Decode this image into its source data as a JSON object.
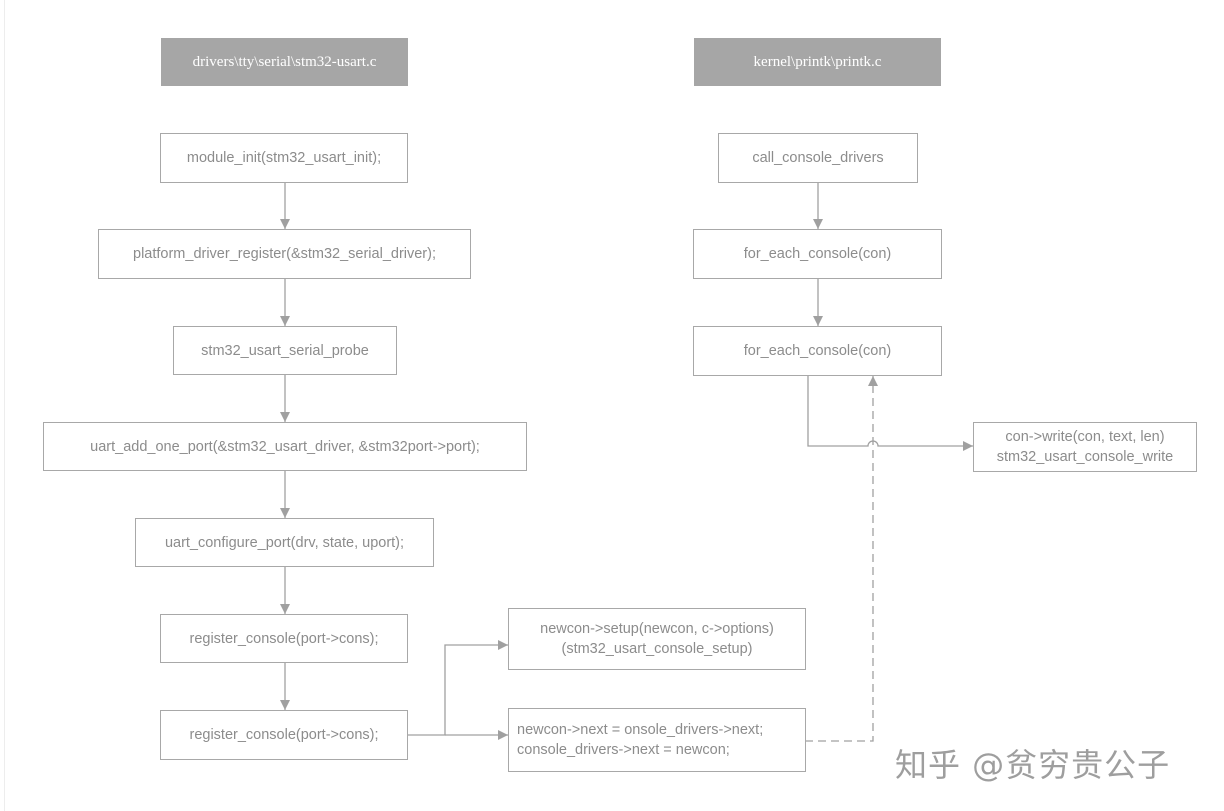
{
  "headers": {
    "left": "drivers\\tty\\serial\\stm32-usart.c",
    "right": "kernel\\printk\\printk.c"
  },
  "left_flow": [
    "module_init(stm32_usart_init);",
    "platform_driver_register(&stm32_serial_driver);",
    "stm32_usart_serial_probe",
    "uart_add_one_port(&stm32_usart_driver, &stm32port->port);",
    "uart_configure_port(drv, state, uport);",
    "register_console(port->cons);",
    "register_console(port->cons);"
  ],
  "branch": {
    "setup": [
      "newcon->setup(newcon, c->options)",
      "(stm32_usart_console_setup)"
    ],
    "link": [
      "newcon->next = onsole_drivers->next;",
      "console_drivers->next = newcon;"
    ]
  },
  "right_flow": [
    "call_console_drivers",
    "for_each_console(con)",
    "for_each_console(con)"
  ],
  "write_box": [
    "con->write(con, text, len)",
    "stm32_usart_console_write"
  ],
  "watermark": "知乎 @贫穷贵公子",
  "colors": {
    "header_bg": "#a6a6a6",
    "border": "#a8a8a8",
    "text": "#8c8c8c",
    "arrow": "#a0a0a0"
  }
}
